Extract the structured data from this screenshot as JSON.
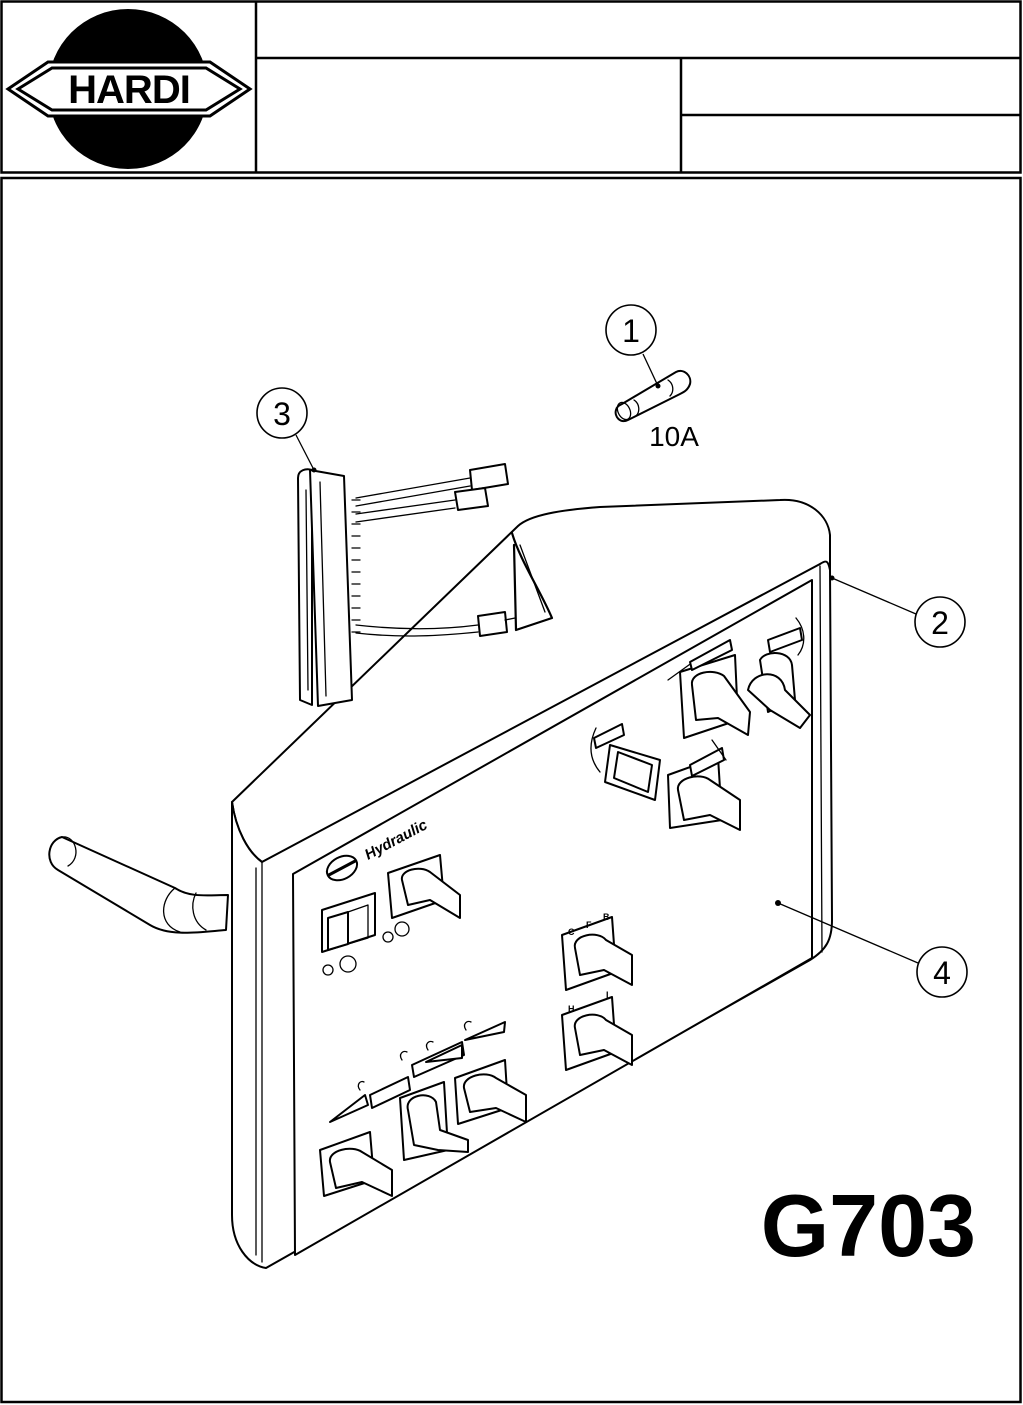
{
  "brand": {
    "logo_text": "HARDI"
  },
  "title_block": {
    "title": "",
    "sub_left": "",
    "sub_right_top": "",
    "sub_right_bottom": ""
  },
  "drawing": {
    "code": "G703",
    "panel_label": "Hydraulic",
    "fuse_rating": "10A",
    "selector_marks": [
      "C",
      "F",
      "B",
      "H",
      "",
      "I"
    ],
    "callouts": [
      {
        "id": "1",
        "label": "1"
      },
      {
        "id": "2",
        "label": "2"
      },
      {
        "id": "3",
        "label": "3"
      },
      {
        "id": "4",
        "label": "4"
      }
    ]
  }
}
